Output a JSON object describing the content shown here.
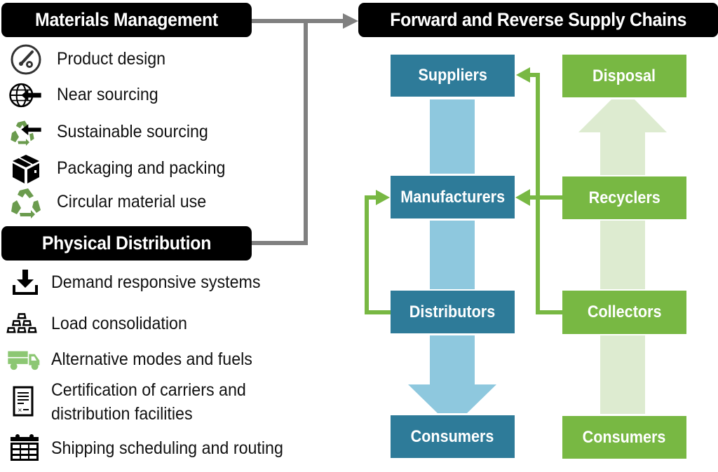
{
  "materials_management": {
    "title": "Materials Management",
    "items": [
      {
        "label": "Product design",
        "icon": "product-design-icon"
      },
      {
        "label": "Near sourcing",
        "icon": "globe-arrow-icon"
      },
      {
        "label": "Sustainable sourcing",
        "icon": "recycle-arrow-icon"
      },
      {
        "label": "Packaging and packing",
        "icon": "box-icon"
      },
      {
        "label": "Circular material use",
        "icon": "recycle-icon"
      }
    ]
  },
  "physical_distribution": {
    "title": "Physical Distribution",
    "items": [
      {
        "label": "Demand responsive systems",
        "icon": "download-tray-icon"
      },
      {
        "label": "Load consolidation",
        "icon": "stacked-bars-icon"
      },
      {
        "label": "Alternative modes and fuels",
        "icon": "truck-icon"
      },
      {
        "label_line1": "Certification of carriers and",
        "label_line2": "distribution facilities",
        "icon": "certificate-icon"
      },
      {
        "label": "Shipping scheduling and routing",
        "icon": "calendar-icon"
      }
    ]
  },
  "supply_chains": {
    "title": "Forward and Reverse Supply Chains",
    "forward": [
      "Suppliers",
      "Manufacturers",
      "Distributors",
      "Consumers"
    ],
    "reverse": [
      "Disposal",
      "Recyclers",
      "Collectors",
      "Consumers"
    ]
  },
  "colors": {
    "forward_node": "#2e7b99",
    "forward_arrow": "#8ec8de",
    "reverse_node": "#78b843",
    "reverse_arrow": "#ddebd0",
    "connector_gray": "#808080",
    "feedback_green": "#78b843"
  }
}
